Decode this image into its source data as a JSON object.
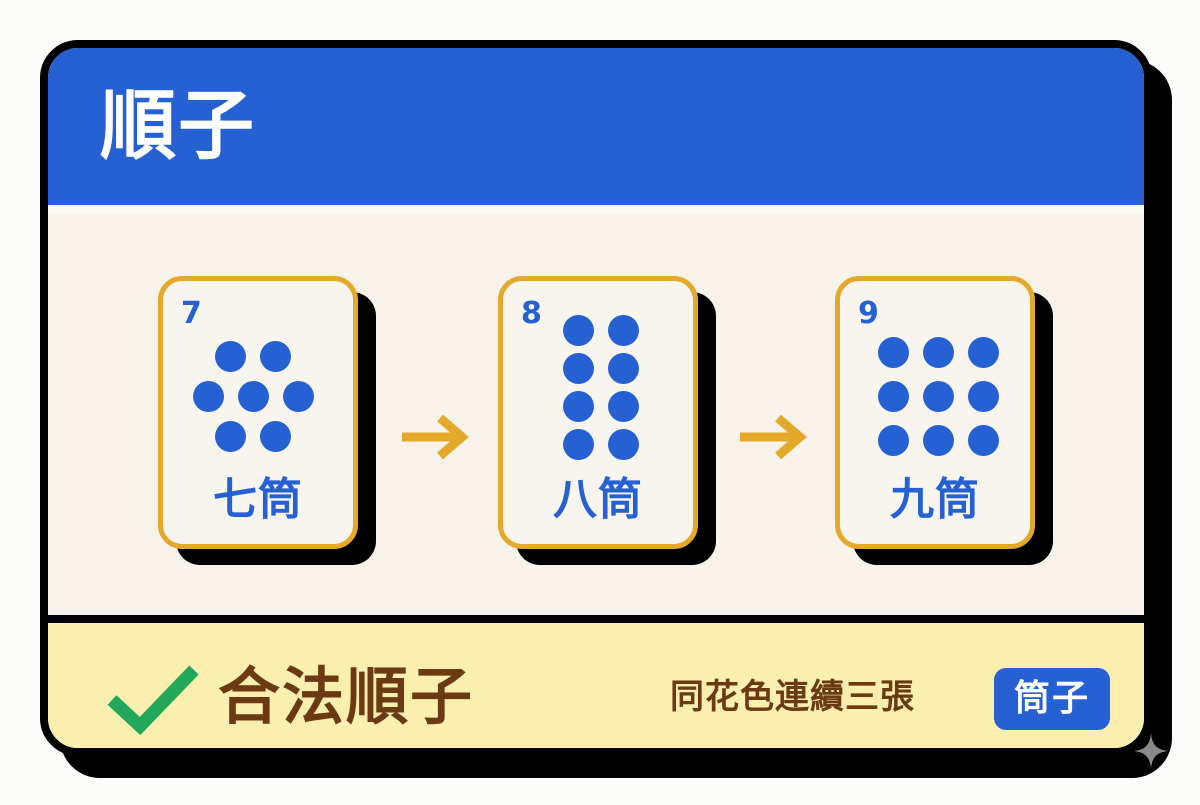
{
  "header": {
    "title": "順子"
  },
  "tiles": [
    {
      "number": "7",
      "name": "七筒",
      "dots": 7
    },
    {
      "number": "8",
      "name": "八筒",
      "dots": 8
    },
    {
      "number": "9",
      "name": "九筒",
      "dots": 9
    }
  ],
  "arrows": [
    "arrow-right-icon",
    "arrow-right-icon"
  ],
  "footer": {
    "status_icon": "check-icon",
    "status_label": "合法順子",
    "description": "同花色連續三張",
    "suit_badge": "筒子"
  },
  "colors": {
    "header_blue": "#2561d3",
    "tile_border_gold": "#e4a92b",
    "arrow_gold": "#e4a92b",
    "check_green": "#22a85a",
    "footer_yellow": "#fbefb0",
    "label_brown": "#6b3a12",
    "body_cream": "#f7f3ea"
  }
}
